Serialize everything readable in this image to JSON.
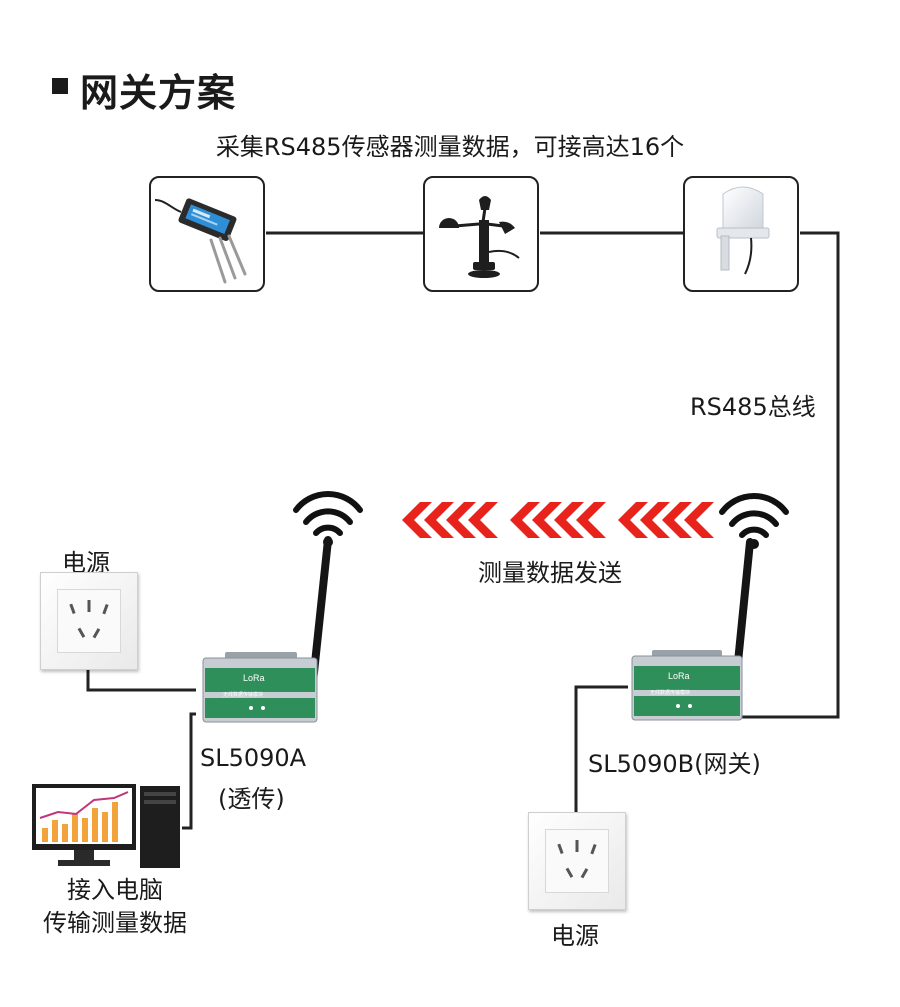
{
  "header": {
    "title": "网关方案",
    "subtitle": "采集RS485传感器测量数据，可接高达16个"
  },
  "sensors": [
    {
      "name": "soil-sensor",
      "icon": "soil-probe-icon"
    },
    {
      "name": "wind-speed-sensor",
      "icon": "anemometer-icon"
    },
    {
      "name": "rain-snow-sensor",
      "icon": "dome-sensor-icon"
    }
  ],
  "bus_label": "RS485总线",
  "wireless_label": "测量数据发送",
  "left": {
    "power_label": "电源",
    "device_label": "SL5090A",
    "device_role": "(透传)",
    "computer_label_line1": "接入电脑",
    "computer_label_line2": "传输测量数据"
  },
  "right": {
    "device_label": "SL5090B(网关)",
    "power_label": "电源"
  },
  "device_module": {
    "brand": "LoRa",
    "model_text": "无线数据传输模块"
  },
  "colors": {
    "arrow_red": "#e8231c",
    "arrow_glow": "#f7c4c2",
    "module_green": "#2f8f5b",
    "module_body": "#c7cdd2",
    "wire": "#222222"
  }
}
